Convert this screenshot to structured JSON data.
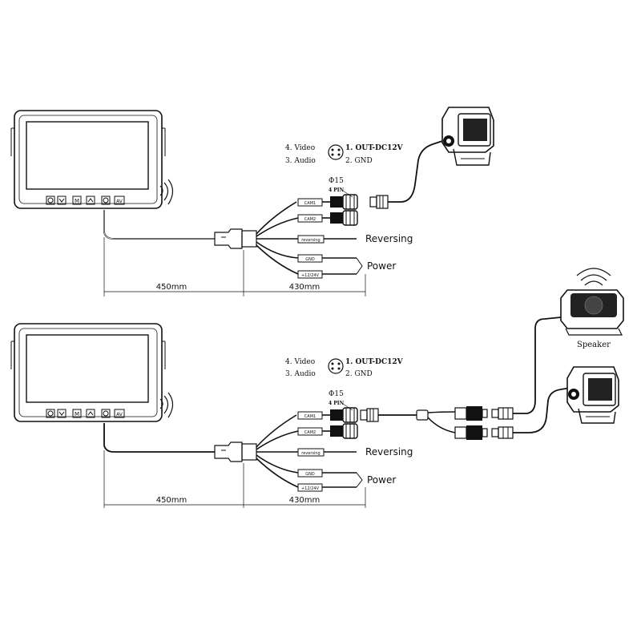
{
  "diagrams": [
    {
      "pinout": {
        "pin4": "4. Video",
        "pin3": "3. Audio",
        "pin1": "1. OUT-DC12V",
        "pin2": "2. GND"
      },
      "connector": {
        "diameter": "Φ15",
        "pins": "4 PIN"
      },
      "cable_tags": [
        "CAM1",
        "CAM2",
        "reversing",
        "GND",
        "+12/24V"
      ],
      "outputs": {
        "reversing": "Reversing",
        "power": "Power"
      },
      "dimensions": {
        "left": "450mm",
        "right": "430mm"
      },
      "monitor_buttons": [
        "power-icon",
        "down-icon",
        "menu-icon",
        "up-icon",
        "mode-icon",
        "av-icon"
      ],
      "monitor_button_labels": [
        "M",
        "AV"
      ]
    },
    {
      "pinout": {
        "pin4": "4. Video",
        "pin3": "3. Audio",
        "pin1": "1. OUT-DC12V",
        "pin2": "2. GND"
      },
      "connector": {
        "diameter": "Φ15",
        "pins": "4 PIN"
      },
      "cable_tags": [
        "CAM1",
        "CAM2",
        "reversing",
        "GND",
        "+12/24V"
      ],
      "outputs": {
        "reversing": "Reversing",
        "power": "Power"
      },
      "dimensions": {
        "left": "450mm",
        "right": "430mm"
      },
      "speaker_label": "Speaker"
    }
  ]
}
